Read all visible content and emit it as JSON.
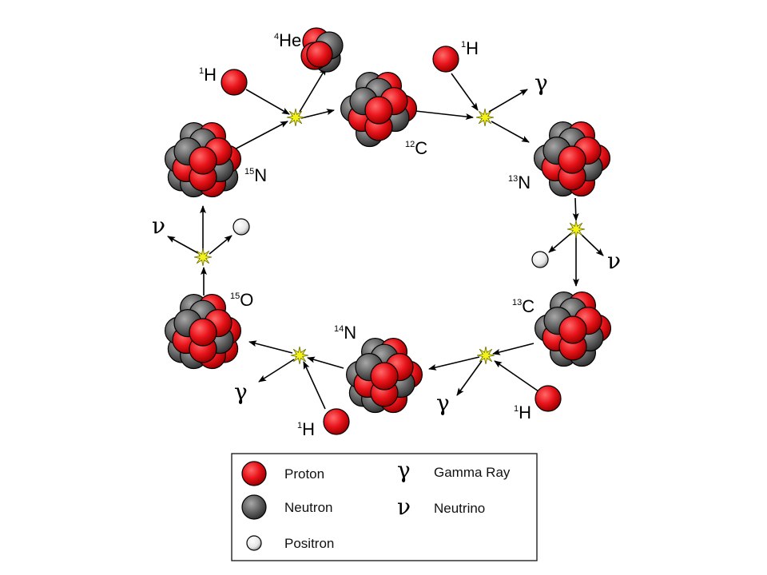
{
  "colors": {
    "proton": "#e8141b",
    "neutron": "#666666",
    "positron": "#eeeeee",
    "spark": "#f2f21a"
  },
  "nuclei": {
    "c12": {
      "mass": "12",
      "symbol": "C",
      "protons": 6,
      "neutrons": 6
    },
    "n13": {
      "mass": "13",
      "symbol": "N",
      "protons": 7,
      "neutrons": 6
    },
    "c13": {
      "mass": "13",
      "symbol": "C",
      "protons": 6,
      "neutrons": 7
    },
    "n14": {
      "mass": "14",
      "symbol": "N",
      "protons": 7,
      "neutrons": 7
    },
    "o15": {
      "mass": "15",
      "symbol": "O",
      "protons": 8,
      "neutrons": 7
    },
    "n15": {
      "mass": "15",
      "symbol": "N",
      "protons": 7,
      "neutrons": 8
    }
  },
  "particles": {
    "h1": {
      "mass": "1",
      "symbol": "H"
    },
    "he4": {
      "mass": "4",
      "symbol": "He"
    },
    "gamma": "γ",
    "nu": "ν"
  },
  "legend": {
    "proton": "Proton",
    "neutron": "Neutron",
    "positron": "Positron",
    "gamma_symbol": "γ",
    "gamma": "Gamma Ray",
    "neutrino_symbol": "ν",
    "neutrino": "Neutrino"
  }
}
